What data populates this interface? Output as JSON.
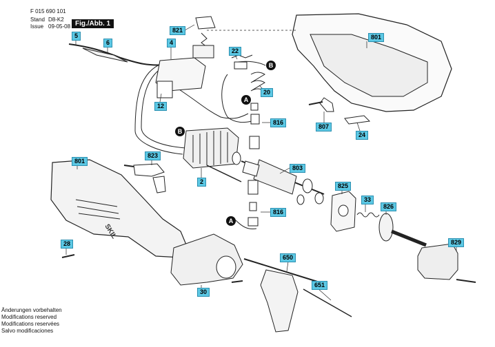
{
  "header": {
    "doc_number": "F 015 690 101",
    "stand_label": "Stand",
    "stand_value": "D8-K2",
    "issue_label": "Issue",
    "issue_date": "09-05-08",
    "figure_label": "Fig./Abb. 1"
  },
  "callouts": {
    "p5": "5",
    "p6": "6",
    "p4": "4",
    "p821": "821",
    "p22": "22",
    "p20": "20",
    "p12": "12",
    "p801_top": "801",
    "p807": "807",
    "p24": "24",
    "p816_top": "816",
    "p823": "823",
    "p801_left": "801",
    "p2": "2",
    "p803": "803",
    "p825": "825",
    "p33": "33",
    "p826": "826",
    "p816_bottom": "816",
    "p829": "829",
    "p28": "28",
    "p650": "650",
    "p651": "651",
    "p30": "30"
  },
  "connectors": {
    "a_top": "A",
    "a_bottom": "A",
    "b_right": "B",
    "b_left": "B"
  },
  "brand": "SKIL",
  "notes": [
    "Änderungen vorbehalten",
    "Modifications reserved",
    "Modifications reservées",
    "Salvo modificaciones"
  ]
}
